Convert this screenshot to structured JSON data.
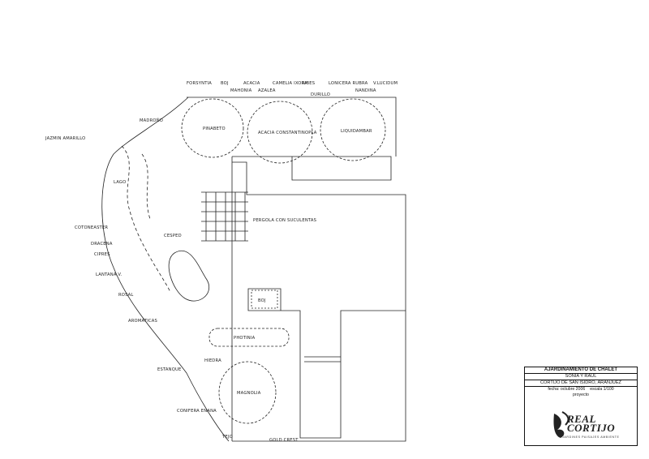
{
  "plan_labels": {
    "forsythia": "FORSYNTIA",
    "boj": "BOJ",
    "acacia": "ACACIA",
    "camelia_ixora": "CAMELIA IXORA",
    "ribes": "RIBES",
    "lonicera_rubra": "LONICERA RUBRA",
    "viburnum": "V.LUCIDUM",
    "mahonia": "MAHONIA",
    "azalea": "AZALEA",
    "durillo": "DURILLO",
    "nandina": "NANDINA",
    "madrono": "MADROÑO",
    "jazmin": "JAZMIN AMARILLO",
    "pinabeto": "PINABETO",
    "acacia_constantinopla": "ACACIA CONSTANTINOPLA",
    "liquidambar": "LIQUIDAMBAR",
    "lago": "LAGO",
    "cesped": "CESPED",
    "cotoneaster": "COTONEASTER",
    "dracena": "DRACENA",
    "cipres": "CIPRES",
    "lantana": "LANTANA V.",
    "rosal": "ROSAL",
    "aromaticas": "AROMATICAS",
    "pergola": "PERGOLA CON SUCULENTAS",
    "boj_pot": "BOJ",
    "photinia": "PHOTINIA",
    "hiedra": "HIEDRA",
    "magnolia": "MAGNOLIA",
    "estanque": "ESTANQUE",
    "conifera": "CONIFERA ENANA",
    "tejo": "TEJO",
    "gold_crest": "GOLD CREST"
  },
  "title_block": {
    "title": "AJARDINAMIENTO DE CHALET",
    "client": "SONIA Y RAUL",
    "location": "CORTIJO DE SAN ISIDRO, ARANJUEZ",
    "date": "fecha: octubre 2006",
    "scale": "escala 1/100",
    "status": "proyecto",
    "brand_line1": "REAL",
    "brand_line2": "CORTIJO",
    "tagline": "JARDINES PAISAJES AMBIENTE"
  }
}
